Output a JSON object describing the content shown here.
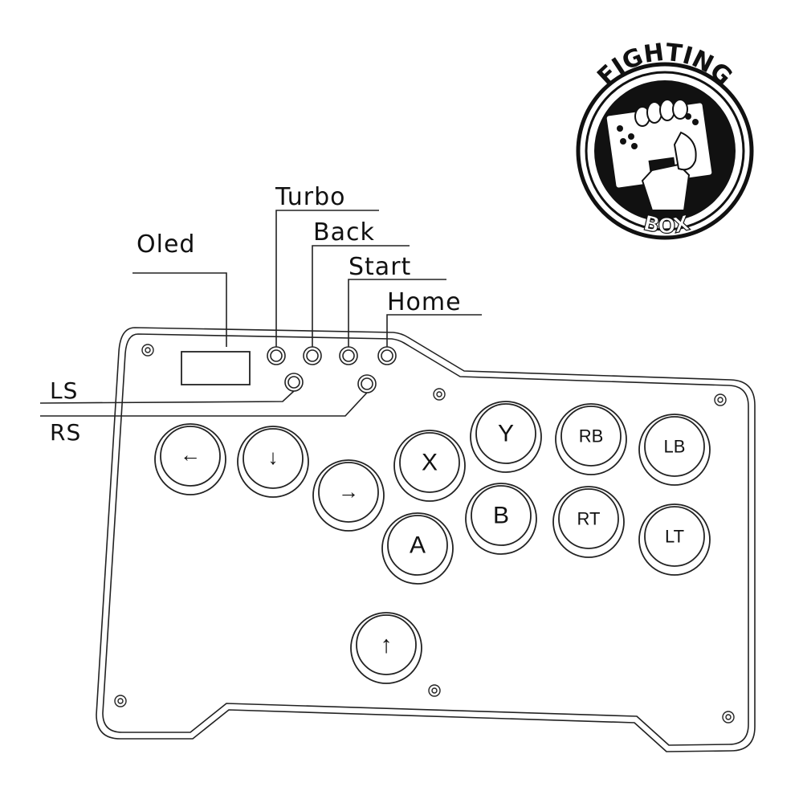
{
  "callouts": {
    "oled": "Oled",
    "turbo": "Turbo",
    "back": "Back",
    "start": "Start",
    "home": "Home",
    "ls": "LS",
    "rs": "RS"
  },
  "buttons": {
    "left_arrow": "←",
    "down_arrow": "↓",
    "right_arrow": "→",
    "up_arrow": "↑",
    "x": "X",
    "y": "Y",
    "a": "A",
    "b": "B",
    "rb": "RB",
    "lb": "LB",
    "rt": "RT",
    "lt": "LT"
  },
  "logo": {
    "top_text": "FIGHTING",
    "bottom_text": "BOX"
  }
}
